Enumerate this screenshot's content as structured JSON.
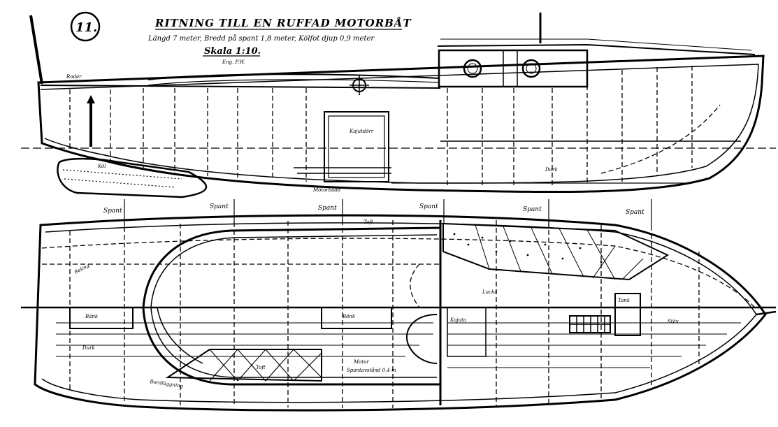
{
  "sheet_number": "11.",
  "title": "RITNING TILL EN RUFFAD MOTORBÅT",
  "subtitle": "Längd 7 meter, Bredd på spant 1,8 meter, Kölfot djup 0,9 meter",
  "scale_label": "Skala 1:10.",
  "author_mark": "Eng. P.W.",
  "frame_labels": [
    "Spant",
    "Spant",
    "Spant",
    "Spant",
    "Spant",
    "Spant"
  ],
  "profile_labels": {
    "cabin_door": "Kajutdörr",
    "floor": "Durk",
    "keel": "Köl",
    "stern_bench": "Roder",
    "engine_bed": "Motorbädd"
  },
  "plan_labels": {
    "gunwale": "Reling",
    "thwart": "Toft",
    "bench_left": "Bänk",
    "bench_mid": "Bänk",
    "tank": "Tank",
    "cabin": "Kajuta",
    "hatch": "Lucka",
    "stem": "Stäv",
    "engine": "Motor",
    "floorboards": "Durk",
    "planking": "Bordläggning",
    "frame_note": "Spantavstånd 0,4 m"
  }
}
